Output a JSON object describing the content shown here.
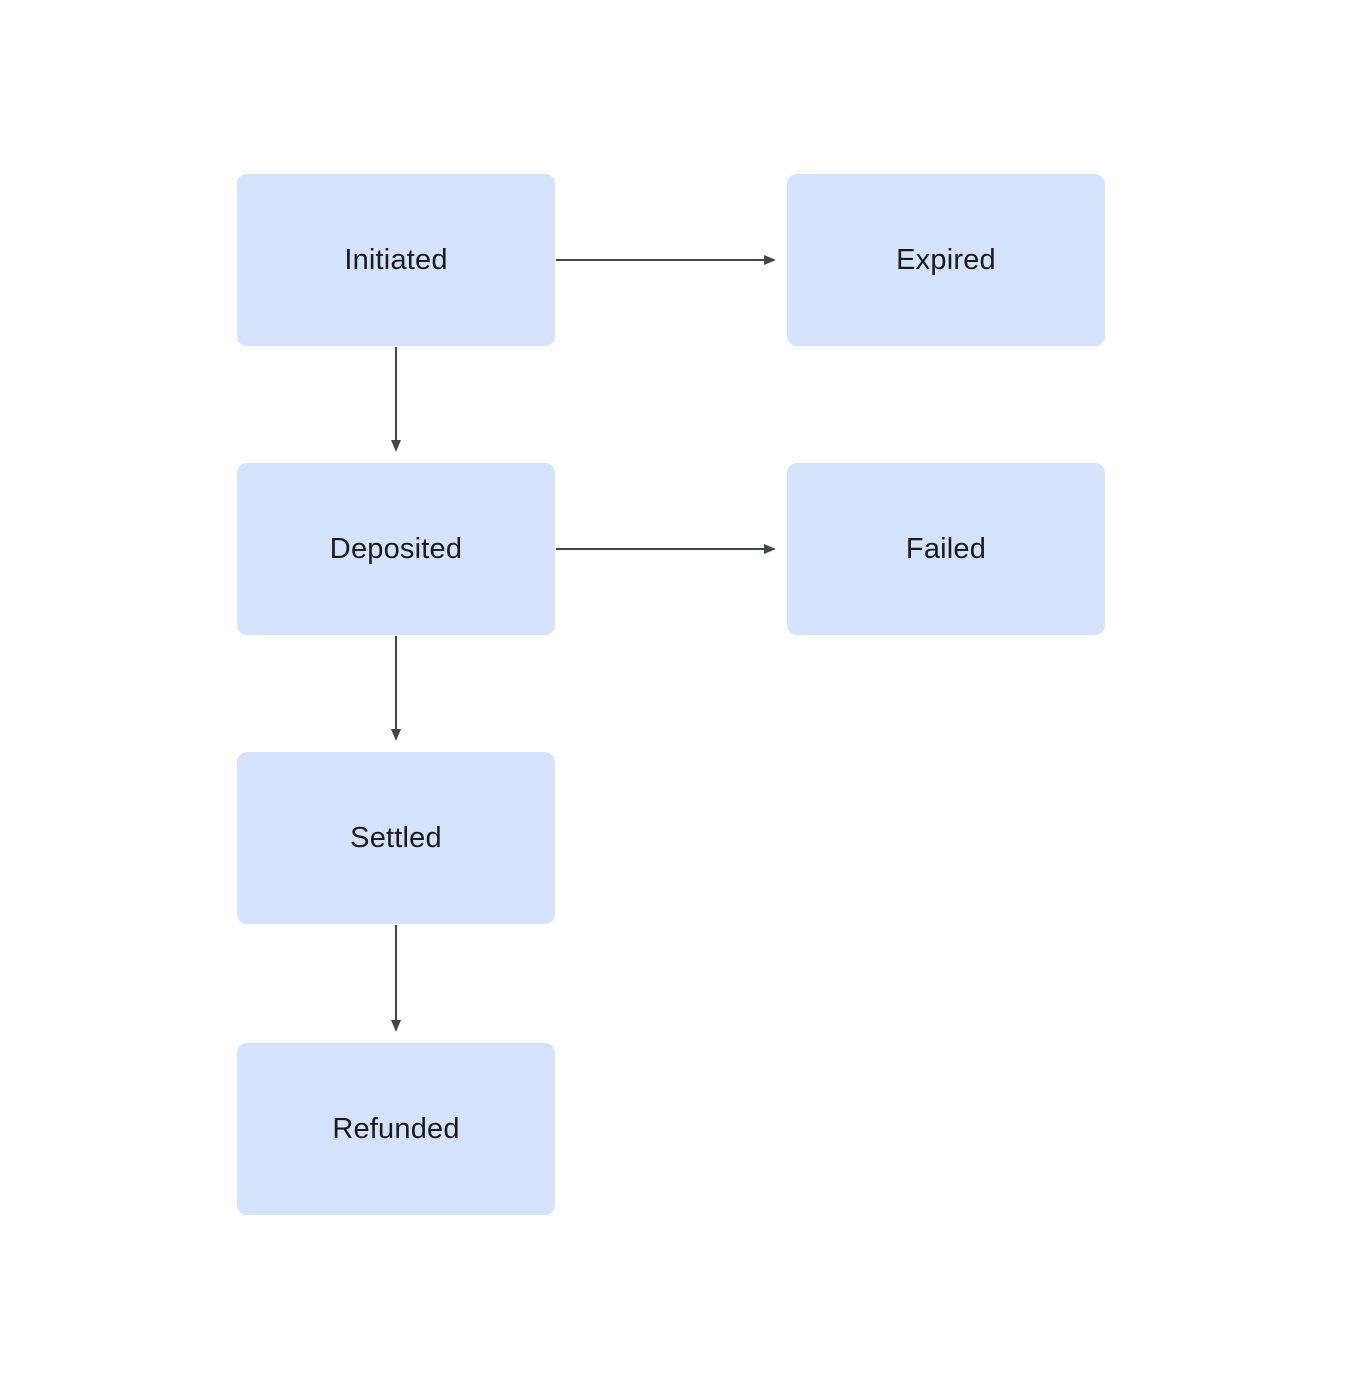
{
  "diagram": {
    "type": "flowchart",
    "title": "",
    "nodes": [
      {
        "id": "initiated",
        "label": "Initiated"
      },
      {
        "id": "expired",
        "label": "Expired"
      },
      {
        "id": "deposited",
        "label": "Deposited"
      },
      {
        "id": "failed",
        "label": "Failed"
      },
      {
        "id": "settled",
        "label": "Settled"
      },
      {
        "id": "refunded",
        "label": "Refunded"
      }
    ],
    "edges": [
      {
        "from": "Initiated",
        "to": "Expired",
        "direction": "right"
      },
      {
        "from": "Initiated",
        "to": "Deposited",
        "direction": "down"
      },
      {
        "from": "Deposited",
        "to": "Failed",
        "direction": "right"
      },
      {
        "from": "Deposited",
        "to": "Settled",
        "direction": "down"
      },
      {
        "from": "Settled",
        "to": "Refunded",
        "direction": "down"
      }
    ],
    "colors": {
      "node_fill": "#d4e2fb",
      "node_text": "#1a1a1a",
      "arrow": "#41464b",
      "background": "#ffffff"
    }
  }
}
